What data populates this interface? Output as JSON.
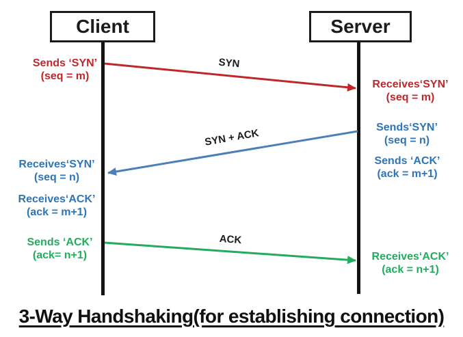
{
  "actors": {
    "client": "Client",
    "server": "Server"
  },
  "arrows": [
    {
      "name": "syn",
      "label": "SYN",
      "from": "client",
      "to": "server"
    },
    {
      "name": "syn-ack",
      "label": "SYN + ACK",
      "from": "server",
      "to": "client"
    },
    {
      "name": "ack",
      "label": "ACK",
      "from": "client",
      "to": "server"
    }
  ],
  "notes": {
    "left": [
      {
        "line1": "Sends ‘SYN’",
        "line2": "(seq = m)"
      },
      {
        "line1": "Receives‘SYN’",
        "line2": "(seq = n)"
      },
      {
        "line1": "Receives‘ACK’",
        "line2": "(ack = m+1)"
      },
      {
        "line1": "Sends ‘ACK’",
        "line2": "(ack= n+1)"
      }
    ],
    "right": [
      {
        "line1": "Receives‘SYN’",
        "line2": "(seq = m)"
      },
      {
        "line1": "Sends‘SYN’",
        "line2": "(seq = n)"
      },
      {
        "line1": "Sends ‘ACK’",
        "line2": "(ack = m+1)"
      },
      {
        "line1": "Receives‘ACK’",
        "line2": "(ack = n+1)"
      }
    ]
  },
  "colors": {
    "syn_red": "#c0272d",
    "syn_ack_blue": "#4a7fb9",
    "ack_green": "#22ac5e",
    "note_blue": "#2e75b6",
    "lifeline_black": "#121212"
  },
  "title": "3-Way Handshaking(for establishing connection)"
}
